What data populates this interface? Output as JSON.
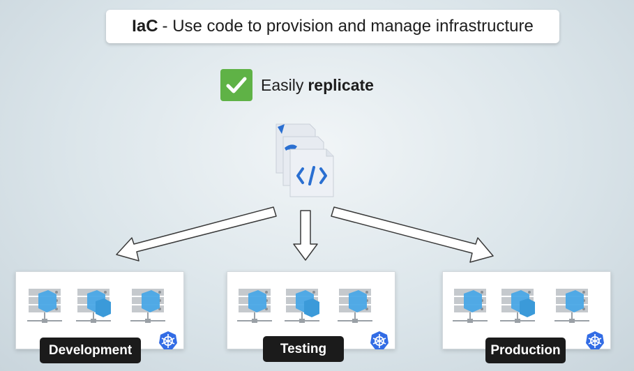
{
  "title": {
    "bold": "IaC",
    "rest": "- Use code to provision and manage infrastructure"
  },
  "feature": {
    "plain": "Easily",
    "bold": "replicate"
  },
  "environments": [
    {
      "label": "Development"
    },
    {
      "label": "Testing"
    },
    {
      "label": "Production"
    }
  ],
  "colors": {
    "check_green": "#5fb246",
    "cube_blue": "#4aa8e6",
    "code_blue": "#2a6fd1",
    "label_bg": "#1b1b1b"
  },
  "icons": [
    "check-icon",
    "code-file-icon",
    "server-icon",
    "cube-icon",
    "kubernetes-icon",
    "arrow-icon"
  ]
}
